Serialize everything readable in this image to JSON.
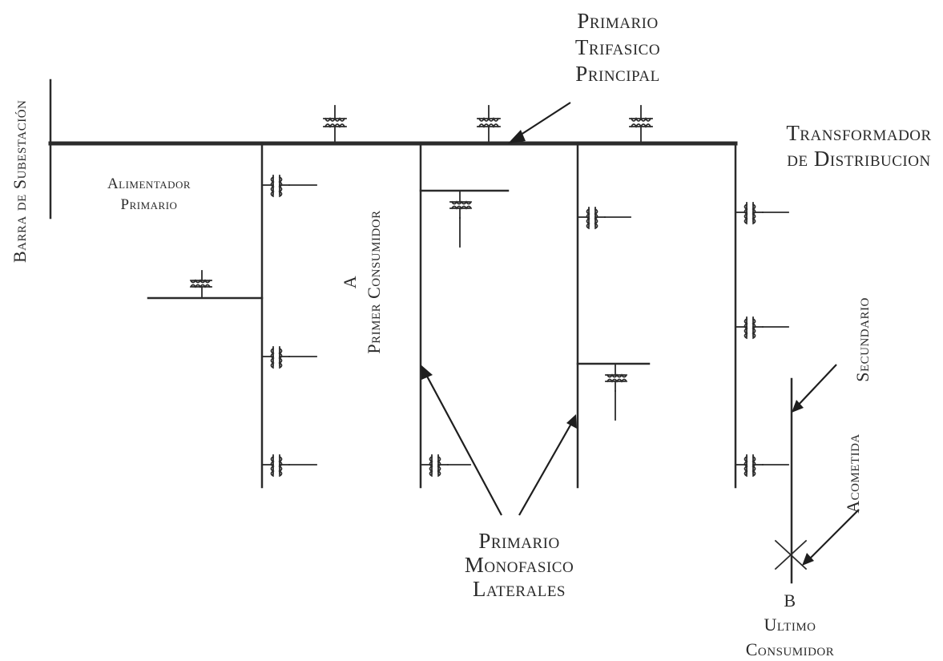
{
  "labels": {
    "barra_subestacion": "Barra de Subestación",
    "primario_trifasico": [
      "Primario",
      "Trifasico",
      "Principal"
    ],
    "transformador": [
      "Transformador",
      "de Distribucion"
    ],
    "alimentador": [
      "Alimentador",
      "Primario"
    ],
    "primer_consumidor": [
      "A",
      "Primer Consumidor"
    ],
    "primario_monofasico": [
      "Primario",
      "Monofasico",
      "Laterales"
    ],
    "secundario": "Secundario",
    "acometida": "Acometida",
    "ultimo_consumidor": [
      "B",
      "Ultimo",
      "Consumidor"
    ]
  },
  "icons": {
    "transformer": "transformer-icon",
    "arrow": "arrow-icon"
  }
}
